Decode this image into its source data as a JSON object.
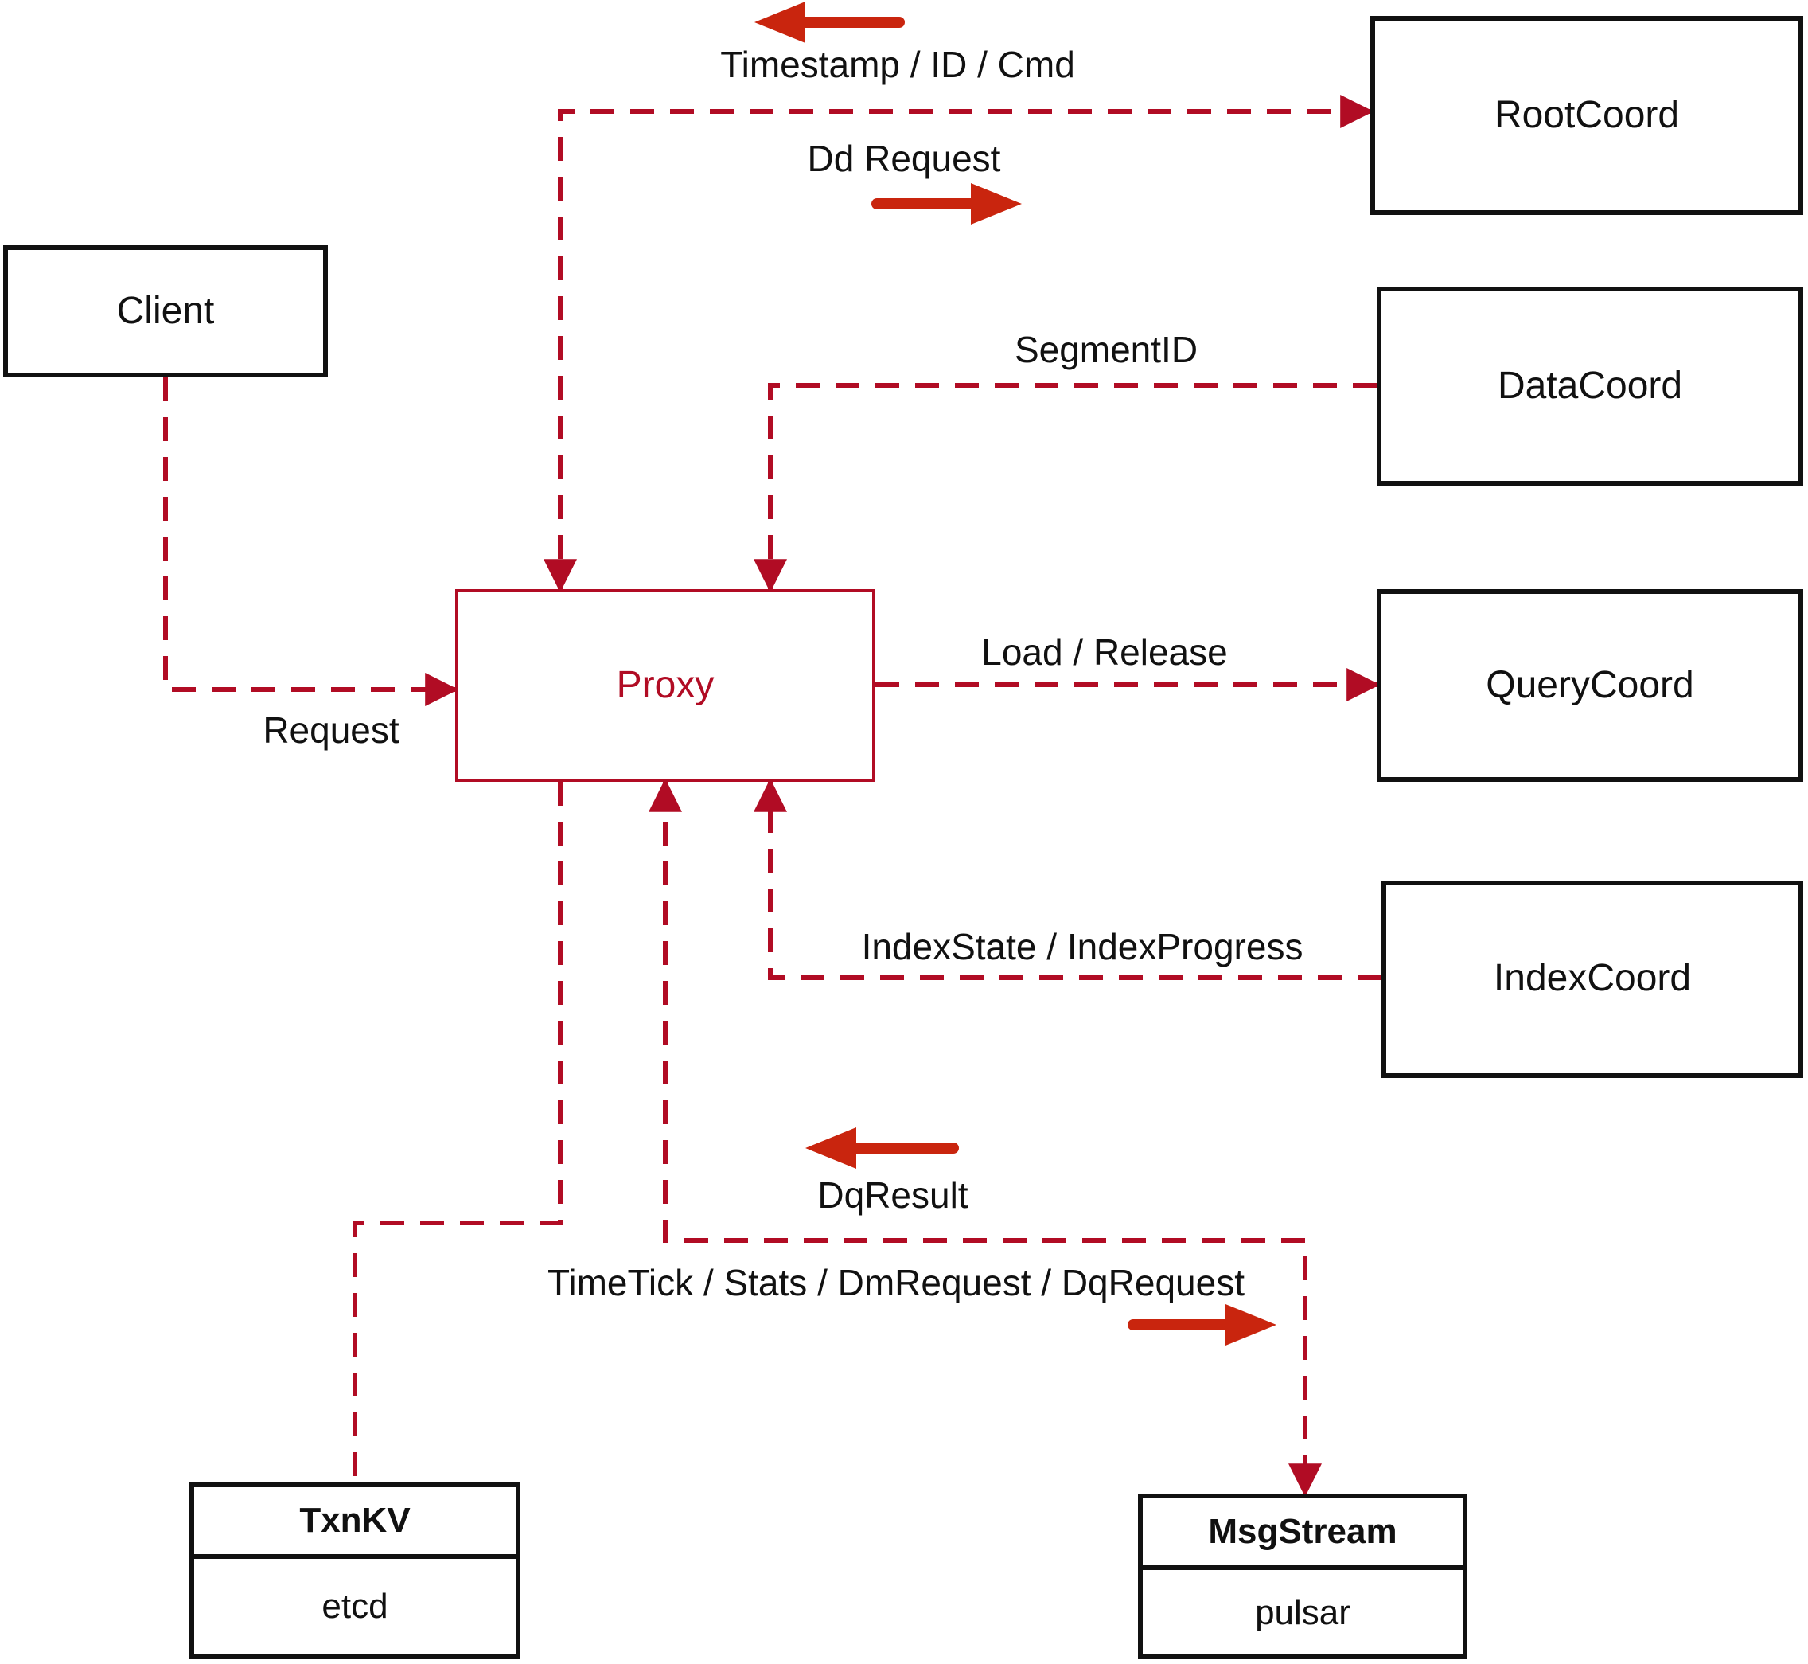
{
  "colors": {
    "crimson": "#b10c24",
    "vermilion": "#c9250e",
    "box_border": "#111111",
    "text": "#111111",
    "background": "#ffffff"
  },
  "nodes": {
    "client": {
      "label": "Client"
    },
    "rootcoord": {
      "label": "RootCoord"
    },
    "datacoord": {
      "label": "DataCoord"
    },
    "querycoord": {
      "label": "QueryCoord"
    },
    "indexcoord": {
      "label": "IndexCoord"
    },
    "proxy": {
      "label": "Proxy"
    },
    "txnkv": {
      "title": "TxnKV",
      "impl": "etcd"
    },
    "msgstream": {
      "title": "MsgStream",
      "impl": "pulsar"
    }
  },
  "edge_labels": {
    "root_to_proxy": "Timestamp / ID / Cmd",
    "proxy_to_root": "Dd Request",
    "data_to_proxy": "SegmentID",
    "client_to_proxy": "Request",
    "proxy_to_query": "Load / Release",
    "index_to_proxy": "IndexState / IndexProgress",
    "msg_to_proxy": "DqResult",
    "proxy_to_msg": "TimeTick / Stats / DmRequest / DqRequest"
  }
}
